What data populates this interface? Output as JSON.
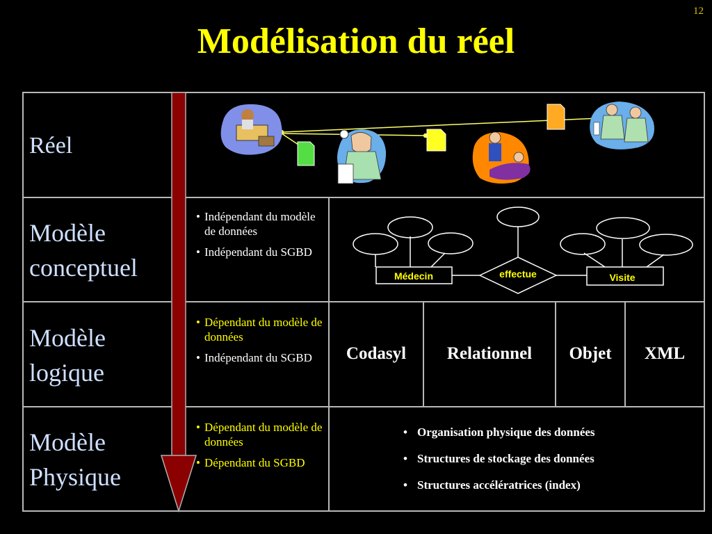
{
  "slide_number": "12",
  "title": "Modélisation du réel",
  "rows": [
    {
      "label_lines": [
        "Réel"
      ]
    },
    {
      "label_lines": [
        "Modèle",
        "conceptuel"
      ],
      "bullets": [
        "Indépendant du modèle de données",
        "Indépendant du SGBD"
      ]
    },
    {
      "label_lines": [
        "Modèle",
        "logique"
      ],
      "bullets": [
        "Dépendant du modèle de données",
        "Indépendant du SGBD"
      ],
      "models": [
        "Codasyl",
        "Relationnel",
        "Objet",
        "XML"
      ]
    },
    {
      "label_lines": [
        "Modèle",
        "Physique"
      ],
      "bullets": [
        "Dépendant du modèle de données",
        "Dépendant du SGBD"
      ],
      "items": [
        "Organisation physique des données",
        "Structures de stockage des données",
        "Structures accélératrices (index)"
      ]
    }
  ],
  "er_diagram": {
    "entity_left": "Médecin",
    "relationship": "effectue",
    "entity_right": "Visite"
  },
  "colors": {
    "title": "#ffff00",
    "arrow": "#8b0000",
    "row_label": "#cfe0ff",
    "table_line": "#b8b8b8",
    "highlight": "#ffff00"
  },
  "icons": [
    "office-worker-clipart",
    "doctor-clipart",
    "patient-on-phone-clipart",
    "surgeons-clipart",
    "green-document-icon",
    "yellow-document-icon",
    "orange-document-icon"
  ]
}
